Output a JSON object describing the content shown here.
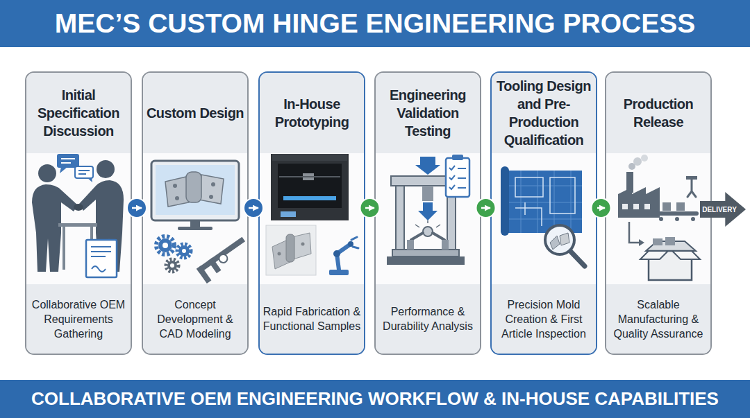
{
  "diagram": {
    "title": "MEC’S CUSTOM HINGE ENGINEERING PROCESS",
    "caption": "COLLABORATIVE OEM ENGINEERING WORKFLOW & IN-HOUSE CAPABILITIES",
    "nodes": [
      {
        "text": [
          "Initial Specification Discussion",
          "Collaborative OEM Requirements Gathering"
        ]
      },
      {
        "text": [
          "Custom Design",
          "Concept Development & CAD Modeling"
        ]
      },
      {
        "text": [
          "In-House Prototyping",
          "Rapid Fabrication & Functional Samples"
        ]
      },
      {
        "text": [
          "Engineering Validation Testing",
          "Performance & Durability Analysis"
        ]
      },
      {
        "text": [
          "Tooling Design and Pre-Production Qualification",
          "Precision Mold Creation & First Article Inspection"
        ]
      },
      {
        "text": [
          "Production Release",
          "Scalable Manufacturing & Quality Assurance"
        ]
      },
      {
        "text": [
          "DELIVERY"
        ]
      }
    ],
    "edges": [
      {
        "from": 0,
        "to": 1,
        "arrow": "to"
      },
      {
        "from": 1,
        "to": 2,
        "arrow": "to"
      },
      {
        "from": 2,
        "to": 3,
        "arrow": "to"
      },
      {
        "from": 3,
        "to": 4,
        "arrow": "to"
      },
      {
        "from": 4,
        "to": 5,
        "arrow": "to"
      }
    ]
  }
}
